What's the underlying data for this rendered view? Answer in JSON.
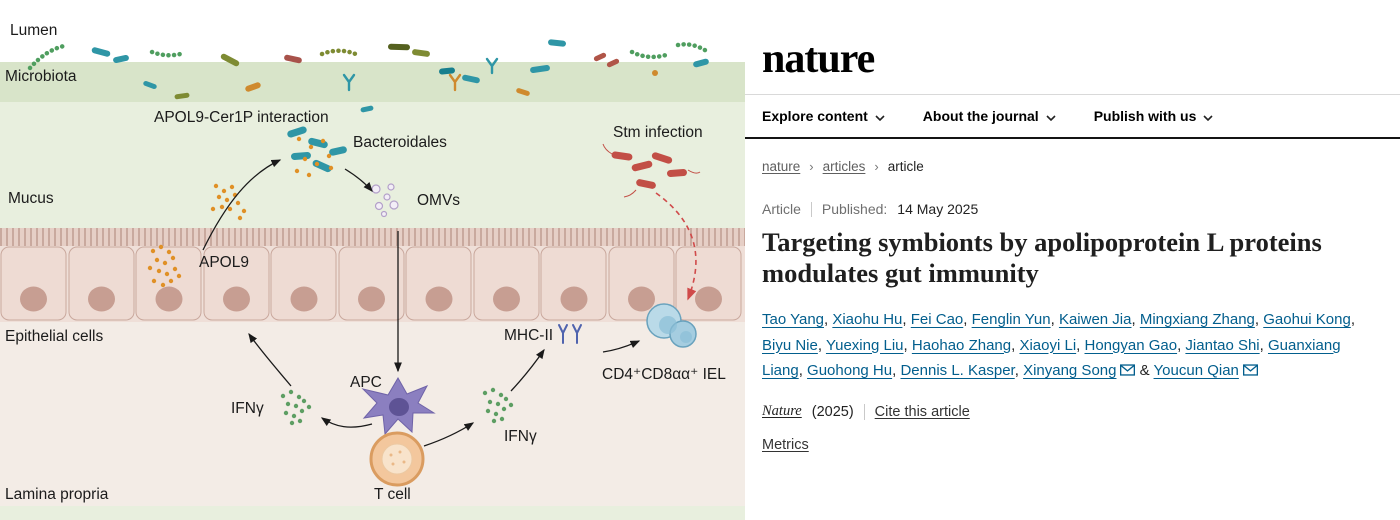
{
  "colors": {
    "link": "#025e8d",
    "mucus_green": "#e8efde",
    "microbiota_green": "#d8e4c9",
    "epithelium_pink": "#eedbd3",
    "lamina_beige": "#f3ece6",
    "red_dashed_arrow": "#d04a4a"
  },
  "icons": {
    "breadcrumb_separator": "›"
  },
  "journal": {
    "logo": "nature",
    "nav": [
      {
        "label": "Explore content"
      },
      {
        "label": "About the journal"
      },
      {
        "label": "Publish with us"
      }
    ],
    "breadcrumb": [
      {
        "label": "nature"
      },
      {
        "label": "articles"
      },
      {
        "label": "article"
      }
    ],
    "article": {
      "type": "Article",
      "published_label": "Published:",
      "published_date": "14 May 2025",
      "title": "Targeting symbionts by apolipoprotein L proteins modulates gut immunity",
      "authors": [
        "Tao Yang",
        "Xiaohu Hu",
        "Fei Cao",
        "Fenglin Yun",
        "Kaiwen Jia",
        "Mingxiang Zhang",
        "Gaohui Kong",
        "Biyu Nie",
        "Yuexing Liu",
        "Haohao Zhang",
        "Xiaoyi Li",
        "Hongyan Gao",
        "Jiantao Shi",
        "Guanxiang Liang",
        "Guohong Hu",
        "Dennis L. Kasper"
      ],
      "corresponding_authors": [
        "Xinyang Song",
        "Youcun Qian"
      ],
      "journal_name": "Nature",
      "year": "(2025)",
      "cite_label": "Cite this article",
      "metrics_label": "Metrics"
    }
  },
  "figure": {
    "labels": {
      "lumen": "Lumen",
      "microbiota": "Microbiota",
      "apol9_cer1p": "APOL9-Cer1P interaction",
      "bacteroidales": "Bacteroidales",
      "omvs": "OMVs",
      "mucus": "Mucus",
      "apol9": "APOL9",
      "stm": "Stm infection",
      "epithelial": "Epithelial cells",
      "mhcii": "MHC-II",
      "iel": "CD4⁺CD8αα⁺ IEL",
      "ifng_left": "IFNγ",
      "apc": "APC",
      "ifng_right": "IFNγ",
      "tcell": "T cell",
      "lamina": "Lamina propria"
    }
  }
}
